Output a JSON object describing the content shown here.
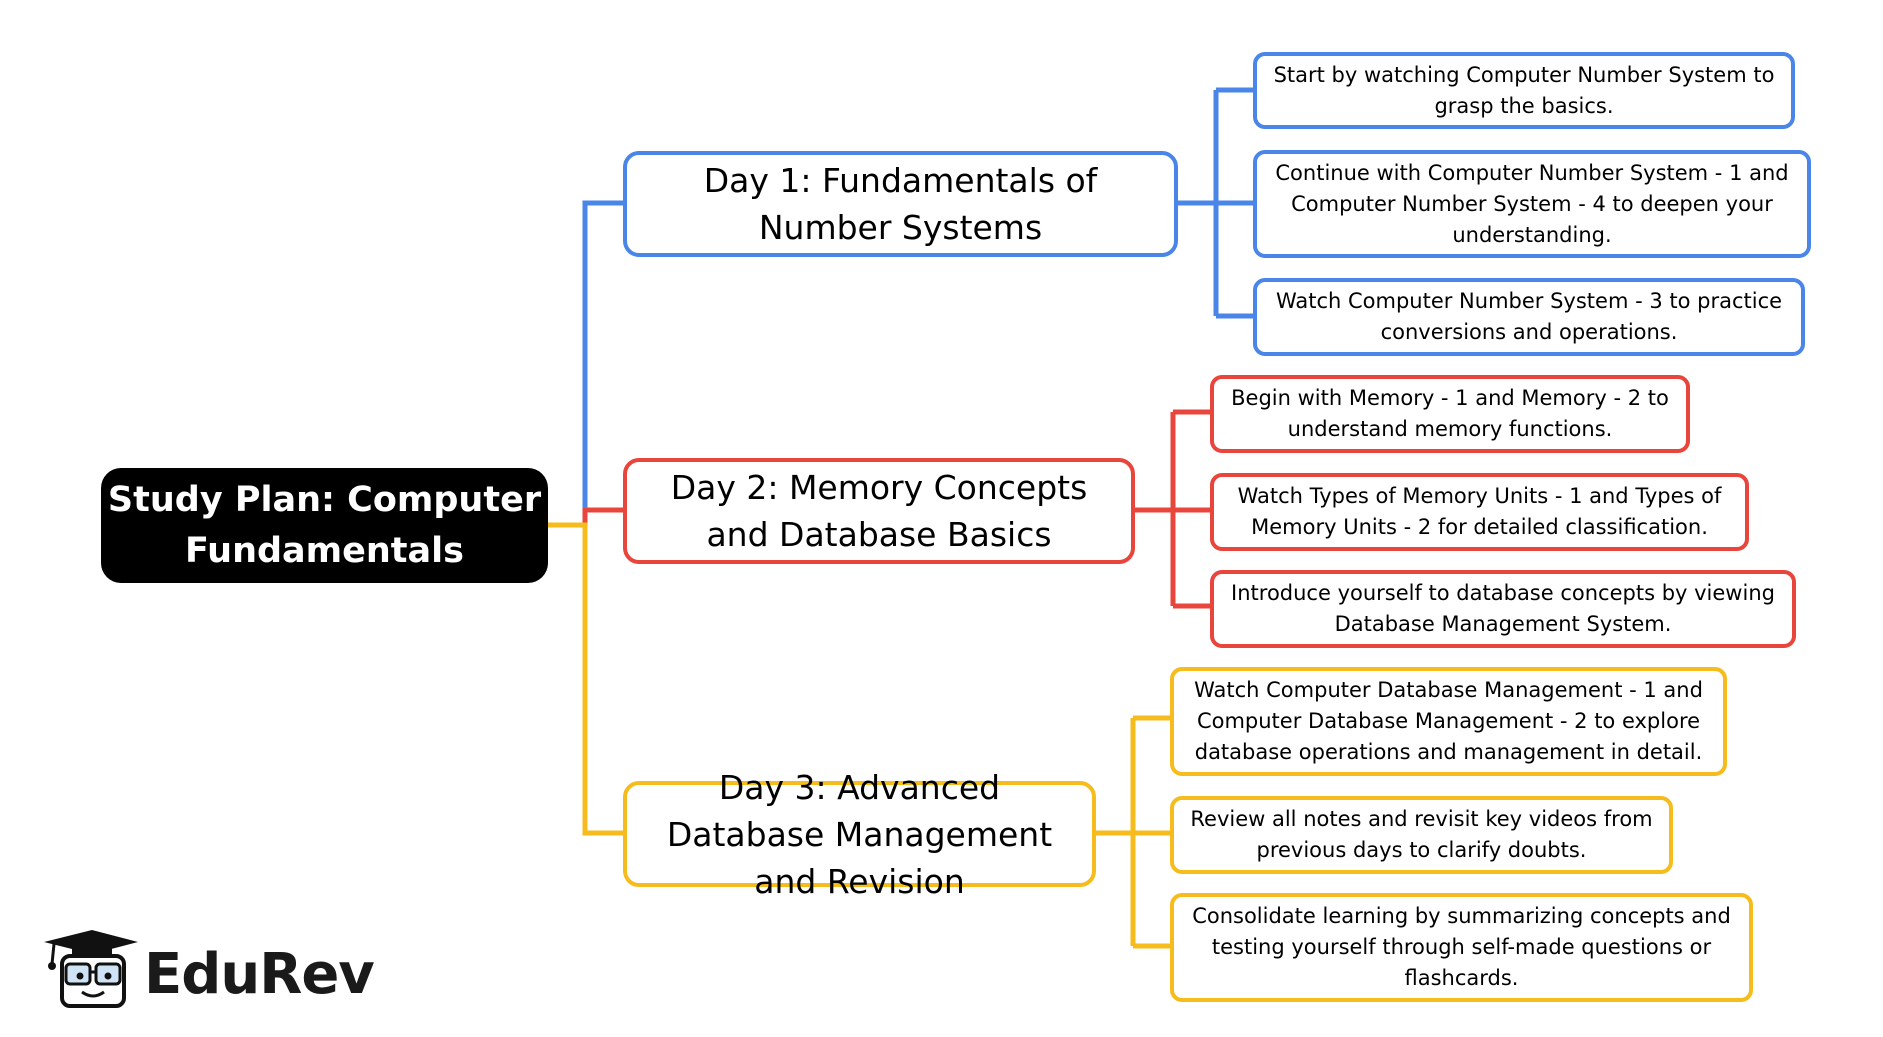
{
  "root": {
    "title": "Study Plan: Computer Fundamentals"
  },
  "colors": {
    "day1": "#4a86e8",
    "day2": "#e8453c",
    "day3": "#f6bb1c",
    "root": "#000000"
  },
  "days": [
    {
      "title": "Day 1: Fundamentals of Number Systems",
      "tasks": [
        "Start by watching Computer Number System to grasp the basics.",
        "Continue with Computer Number System - 1 and Computer Number System - 4 to deepen your understanding.",
        "Watch Computer Number System - 3 to practice conversions and operations."
      ]
    },
    {
      "title": "Day 2: Memory Concepts and Database Basics",
      "tasks": [
        "Begin with Memory - 1 and Memory - 2 to understand memory functions.",
        "Watch Types of Memory Units - 1 and Types of Memory Units - 2 for detailed classification.",
        "Introduce yourself to database concepts by viewing Database Management System."
      ]
    },
    {
      "title": "Day 3: Advanced Database Management and Revision",
      "tasks": [
        "Watch Computer Database Management - 1 and Computer Database Management - 2 to explore database operations and management in detail.",
        "Review all notes and revisit key videos from previous days to clarify doubts.",
        "Consolidate learning by summarizing concepts and testing yourself through self-made questions or flashcards."
      ]
    }
  ],
  "brand": {
    "name": "EduRev",
    "icon": "graduation-cap-mascot-icon"
  }
}
